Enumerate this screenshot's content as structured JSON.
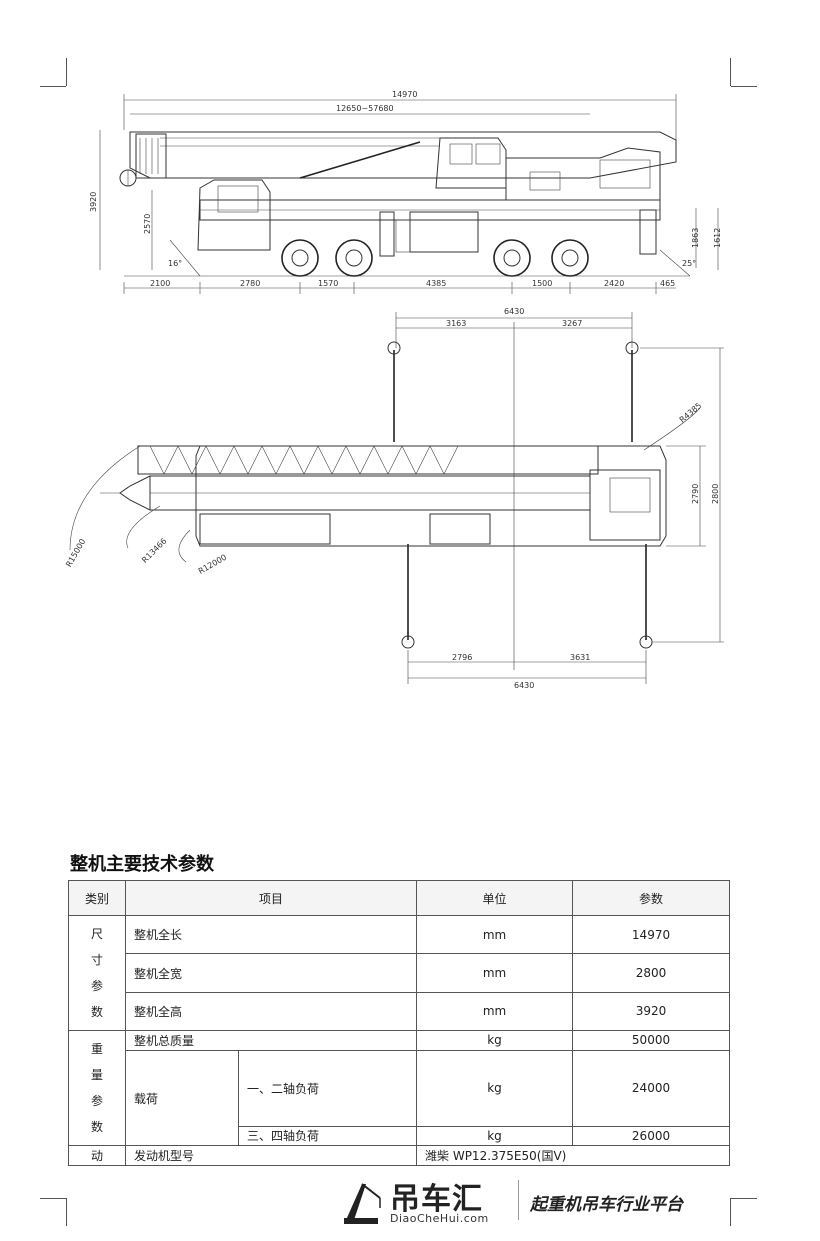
{
  "drawing_top": {
    "overall_length": "14970",
    "boom_length": "12650~57680",
    "height_labels": [
      "3920",
      "2570",
      "1863",
      "1612"
    ],
    "bottom_dims": [
      "2100",
      "2780",
      "1570",
      "4385",
      "1500",
      "2420",
      "465"
    ],
    "angle_left": "16°",
    "angle_right": "25°"
  },
  "drawing_plan": {
    "top_total": "6430",
    "top_left": "3163",
    "top_right": "3267",
    "bottom_left": "2796",
    "bottom_right": "3631",
    "bottom_total": "6430",
    "right_inner": "2790",
    "right_outer": "2800",
    "radius_tail": "R4385",
    "radius_1": "R15000",
    "radius_2": "R13466",
    "radius_3": "R12000"
  },
  "spec_table": {
    "title": "整机主要技术参数",
    "headers": {
      "category": "类别",
      "item": "项目",
      "unit": "单位",
      "value": "参数"
    },
    "groups": {
      "dimensions": {
        "label_chars": [
          "尺",
          "寸",
          "参",
          "数"
        ]
      },
      "weight": {
        "label_chars": [
          "重",
          "量",
          "参",
          "数"
        ]
      },
      "power": {
        "label": "动"
      }
    },
    "rows": {
      "length": {
        "item": "整机全长",
        "unit": "mm",
        "value": "14970"
      },
      "width": {
        "item": "整机全宽",
        "unit": "mm",
        "value": "2800"
      },
      "height": {
        "item": "整机全高",
        "unit": "mm",
        "value": "3920"
      },
      "total_mass": {
        "item": "整机总质量",
        "unit": "kg",
        "value": "50000"
      },
      "load_label": "载荷",
      "axle12": {
        "item": "一、二轴负荷",
        "unit": "kg",
        "value": "24000"
      },
      "axle34": {
        "item": "三、四轴负荷",
        "unit": "kg",
        "value": "26000"
      },
      "engine": {
        "item": "发动机型号",
        "value": "潍柴  WP12.375E50(国V)"
      }
    }
  },
  "brand": {
    "name": "吊车汇",
    "url": "DiaoCheHui.com",
    "slogan": "起重机吊车行业平台"
  }
}
